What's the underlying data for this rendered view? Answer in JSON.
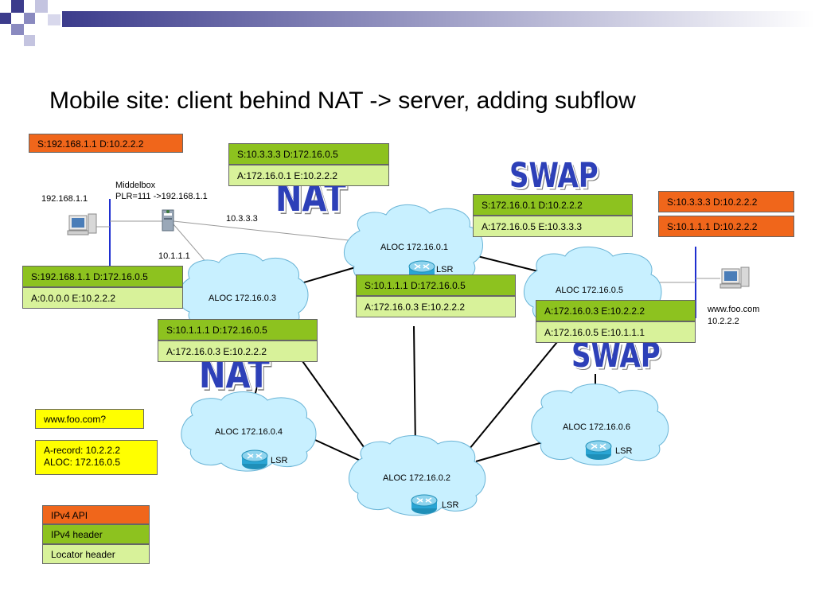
{
  "title": "Mobile site: client behind NAT -> server, adding subflow",
  "colors": {
    "bar_dark": "#3c3c8c",
    "bar_mid": "#8a8ac0",
    "green": "#8dc21f",
    "light_green": "#d8f29a",
    "orange": "#f0661b",
    "yellow": "#ffff00",
    "cloud": "#c8f0ff",
    "wordart": "#2d40b8"
  },
  "labels": {
    "client_ip": "192.168.1.1",
    "middlebox_title": "Middelbox",
    "middlebox_plr": "PLR=111 ->192.168.1.1",
    "link_a": "10.3.3.3",
    "link_b": "10.1.1.1",
    "server_name": "www.foo.com",
    "server_ip": "10.2.2.2",
    "wordart_nat": "NAT",
    "wordart_swap": "SWAP",
    "lsr": "LSR"
  },
  "clouds": {
    "c1": "ALOC 172.16.0.1",
    "c3": "ALOC 172.16.0.3",
    "c5": "ALOC 172.16.0.5",
    "c4": "ALOC 172.16.0.4",
    "c2": "ALOC 172.16.0.2",
    "c6": "ALOC 172.16.0.6"
  },
  "boxes": {
    "top_left_orange": "S:192.168.1.1 D:10.2.2.2",
    "nat_top_s": "S:10.3.3.3 D:172.16.0.5",
    "nat_top_a": "A:172.16.0.1 E:10.2.2.2",
    "swap_top_s": "S:172.16.0.1 D:10.2.2.2",
    "swap_top_a": "A:172.16.0.5 E:10.3.3.3",
    "right_orange_1": "S:10.3.3.3 D:10.2.2.2",
    "right_orange_2": "S:10.1.1.1 D:10.2.2.2",
    "left_s": "S:192.168.1.1 D:172.16.0.5",
    "left_a": "A:0.0.0.0 E:10.2.2.2",
    "center_s": "S:10.1.1.1 D:172.16.0.5",
    "center_a": "A:172.16.0.3 E:10.2.2.2",
    "right_a1": "A:172.16.0.3 E:10.2.2.2",
    "right_a2": "A:172.16.0.5 E:10.1.1.1",
    "lower_s": "S:10.1.1.1 D:172.16.0.5",
    "lower_a": "A:172.16.0.3 E:10.2.2.2"
  },
  "dns": {
    "query": "www.foo.com?",
    "answer_line1": "A-record: 10.2.2.2",
    "answer_line2": "ALOC: 172.16.0.5"
  },
  "legend": {
    "api": "IPv4 API",
    "header": "IPv4 header",
    "locator": "Locator header"
  }
}
